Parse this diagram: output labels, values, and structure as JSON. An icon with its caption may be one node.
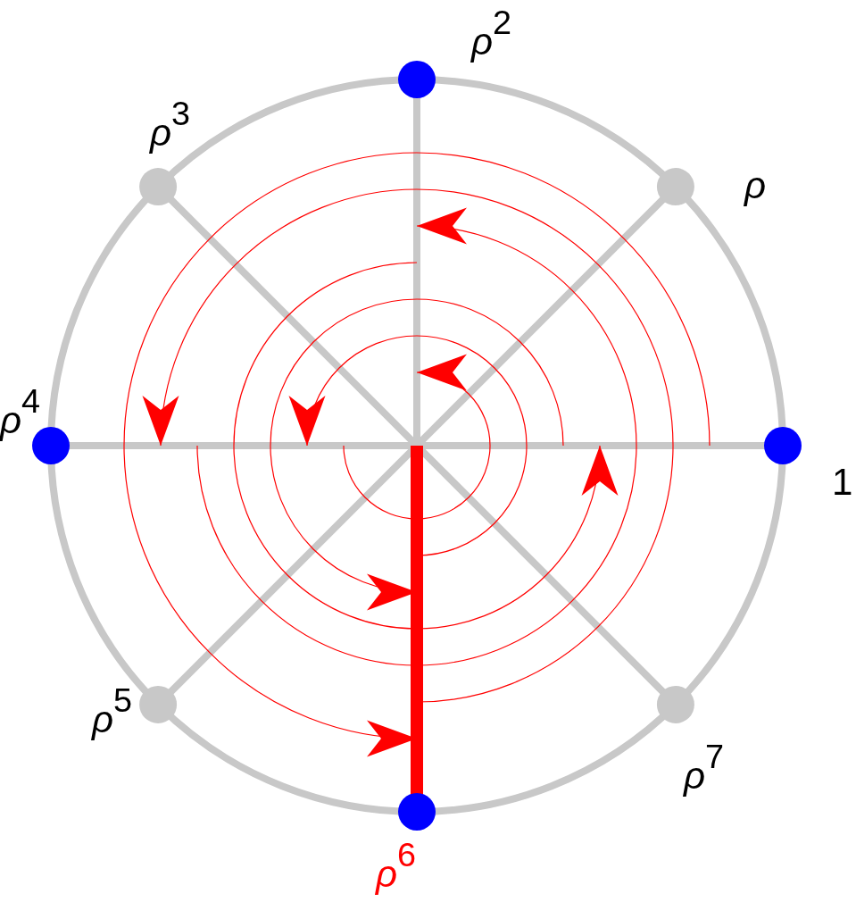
{
  "diagram": {
    "labels": [
      "ρ$^{2}$",
      "ρ$^{3}$",
      "ρ",
      "ρ$^{4}$",
      "1",
      "ρ$^{5}$",
      "ρ$^{7}$",
      "ρ$^{6}$"
    ]
  }
}
